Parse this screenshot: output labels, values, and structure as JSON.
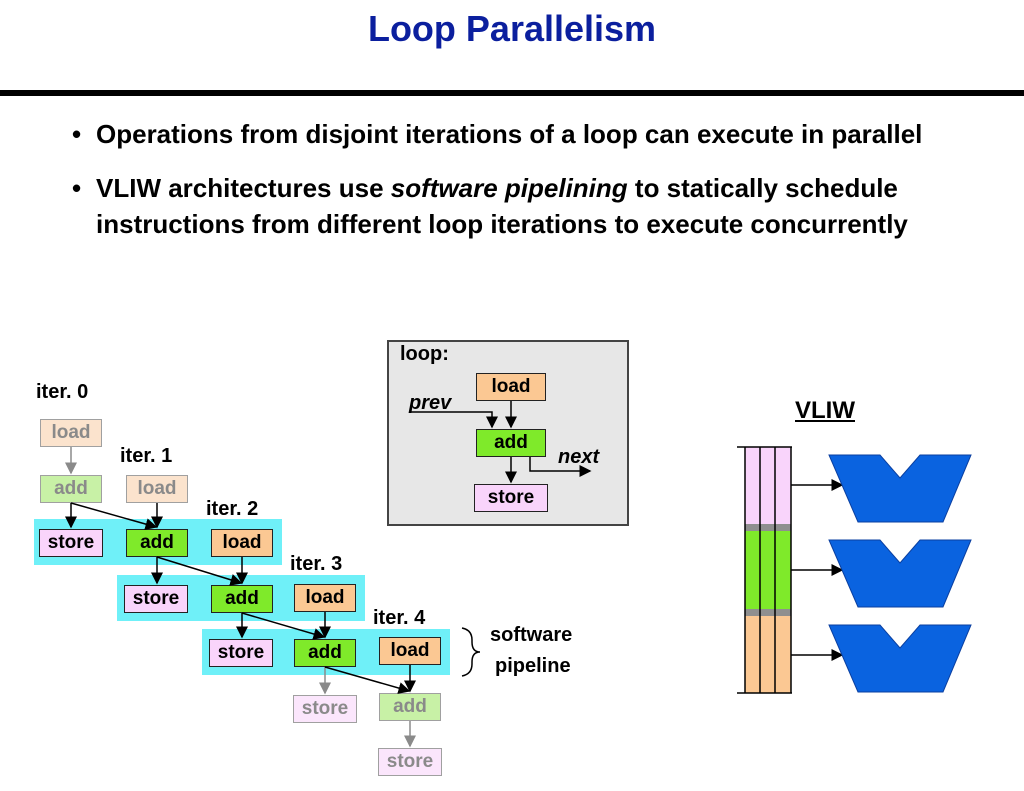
{
  "title": "Loop Parallelism",
  "bullets": [
    {
      "text": "Operations from disjoint iterations of a loop can execute in parallel"
    },
    {
      "prefix": "VLIW architectures use ",
      "emphasis": "software pipelining",
      "suffix": " to statically schedule instructions from different loop iterations to execute concurrently"
    }
  ],
  "bullet_glyph": "•",
  "loop_box": {
    "label": "loop:",
    "ops": [
      "load",
      "add",
      "store"
    ],
    "prev": "prev",
    "next": "next"
  },
  "iterations": [
    {
      "label": "iter. 0",
      "ops": [
        "load",
        "add",
        "store"
      ]
    },
    {
      "label": "iter. 1",
      "ops": [
        "load",
        "add",
        "store"
      ]
    },
    {
      "label": "iter. 2",
      "ops": [
        "load",
        "add",
        "store"
      ]
    },
    {
      "label": "iter. 3",
      "ops": [
        "load",
        "add",
        "store"
      ]
    },
    {
      "label": "iter. 4",
      "ops": [
        "load",
        "add",
        "store"
      ]
    }
  ],
  "pipeline_label": [
    "software",
    "pipeline"
  ],
  "vliw": {
    "label": "VLIW"
  },
  "colors": {
    "title": "#0b1f9e",
    "load": "#fbc893",
    "add": "#7fea2a",
    "store": "#f9d4fb",
    "band": "#6ff0f8",
    "funcunit": "#0a63e0"
  }
}
